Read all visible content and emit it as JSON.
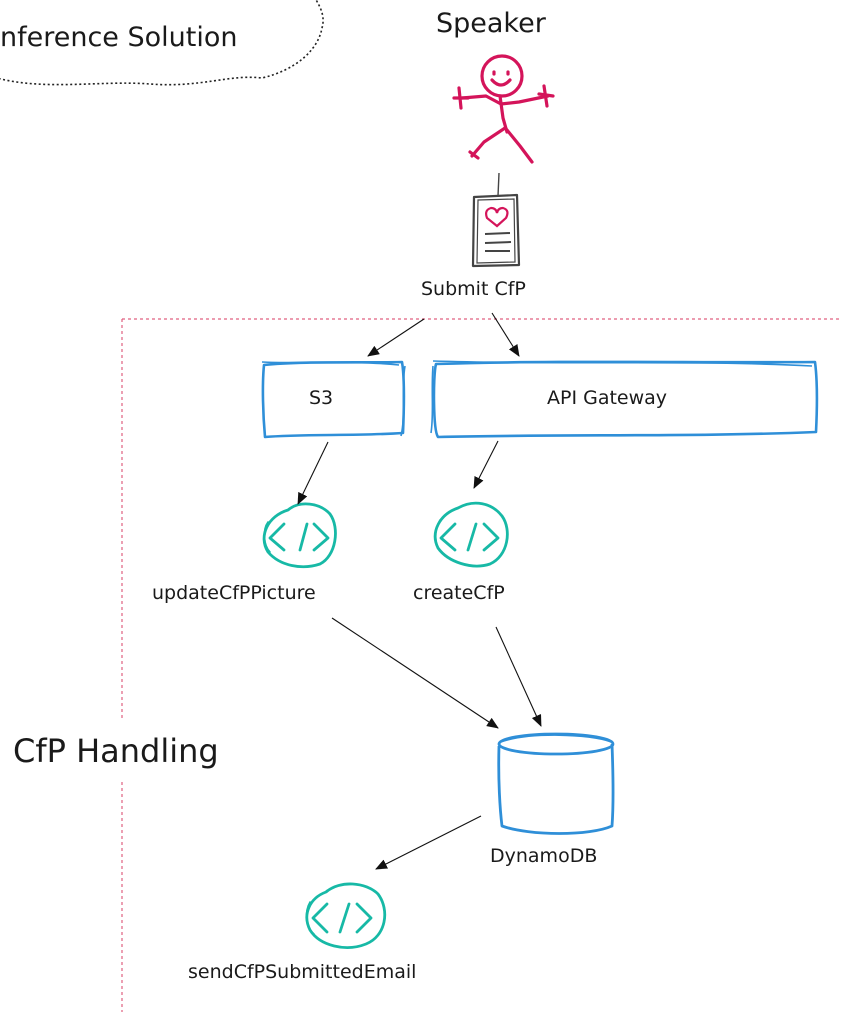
{
  "colors": {
    "cloud_outline": "#222222",
    "speaker": "#d4145a",
    "boundary": "#e06080",
    "service": "#2f8fd8",
    "lambda": "#17b9a6",
    "arrow": "#111111",
    "document": "#444444"
  },
  "diagram": {
    "system_label": "nference Solution",
    "actor": {
      "label": "Speaker",
      "icon": "stick-figure-icon"
    },
    "submit_doc": {
      "label": "Submit CfP",
      "icon": "document-heart-icon"
    },
    "boundary_label": "CfP Handling",
    "services": [
      {
        "id": "s3",
        "label": "S3"
      },
      {
        "id": "api_gateway",
        "label": "API Gateway"
      }
    ],
    "functions": [
      {
        "id": "update",
        "label": "updateCfPPicture",
        "icon": "code-icon"
      },
      {
        "id": "create",
        "label": "createCfP",
        "icon": "code-icon"
      },
      {
        "id": "email",
        "label": "sendCfPSubmittedEmail",
        "icon": "code-icon"
      }
    ],
    "database": {
      "label": "DynamoDB",
      "icon": "database-icon"
    },
    "edges": [
      {
        "from": "Submit CfP",
        "to": "S3"
      },
      {
        "from": "Submit CfP",
        "to": "API Gateway"
      },
      {
        "from": "S3",
        "to": "updateCfPPicture"
      },
      {
        "from": "API Gateway",
        "to": "createCfP"
      },
      {
        "from": "updateCfPPicture",
        "to": "DynamoDB"
      },
      {
        "from": "createCfP",
        "to": "DynamoDB"
      },
      {
        "from": "DynamoDB",
        "to": "sendCfPSubmittedEmail"
      }
    ]
  }
}
